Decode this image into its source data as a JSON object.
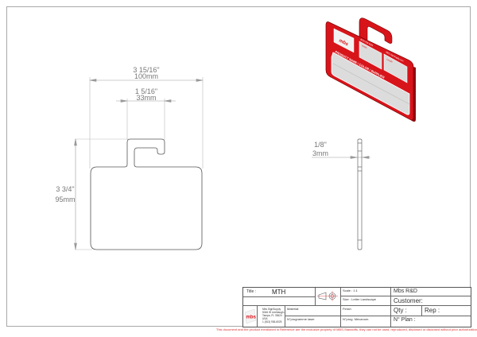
{
  "drawing": {
    "overall_width": {
      "inch": "3 15/16\"",
      "mm": "100mm"
    },
    "hook_width": {
      "inch": "1 5/16\"",
      "mm": "33mm"
    },
    "overall_height": {
      "inch": "3 3/4\"",
      "mm": "95mm"
    },
    "thickness": {
      "inch": "1/8\"",
      "mm": "3mm"
    },
    "iso_view": {
      "accent_color": "#d8141b",
      "label_product": "PRODUCT NAME / COLOR / SUPPLIER",
      "label_width": "Width:",
      "label_length": "Length:",
      "phone": "(813) 936-6025",
      "web": "MBS-SignSupply.com"
    }
  },
  "title_block": {
    "title_label": "Title :",
    "title_value": "MTH",
    "scale": "Scale : 1:1",
    "size": "Size : Letter Landscape",
    "company": "Mbs R&D",
    "customer": "Customer:",
    "qty": "Qty :",
    "rep": "Rep :",
    "plan": "N° Plan :",
    "material": "Material:",
    "finish": "Finish",
    "laser_prog": "N°programme laser",
    "mecanum_prog": "N°prog. Mécanum.",
    "address": {
      "line1": "Mbs SignSupply",
      "line2": "5046 W Linebaugh Ave",
      "line3": "Tampa, FL 33624",
      "line4": "USA",
      "line5": "1 (813) 936-6025"
    },
    "logo_text": "mbs"
  },
  "disclaimer": "This document and the product mentioned in Reference are the exclusive property of MBS-Standoffs, they can not be used, reproduced, disclosed or disclosed without prior authorization",
  "colors": {
    "brand_red": "#d8141b",
    "line_gray": "#888888"
  }
}
